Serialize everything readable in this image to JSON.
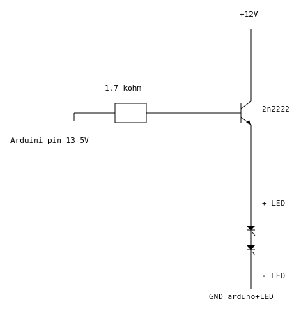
{
  "diagram": {
    "supply_label": "+12V",
    "resistor_label": "1.7 kohm",
    "transistor_label": "2n2222",
    "input_label": "Arduini pin 13 5V",
    "led_plus_label": "+ LED",
    "led_minus_label": "- LED",
    "ground_label": "GND arduno+LED",
    "wire_color": "#000000",
    "background_color": "#ffffff"
  }
}
